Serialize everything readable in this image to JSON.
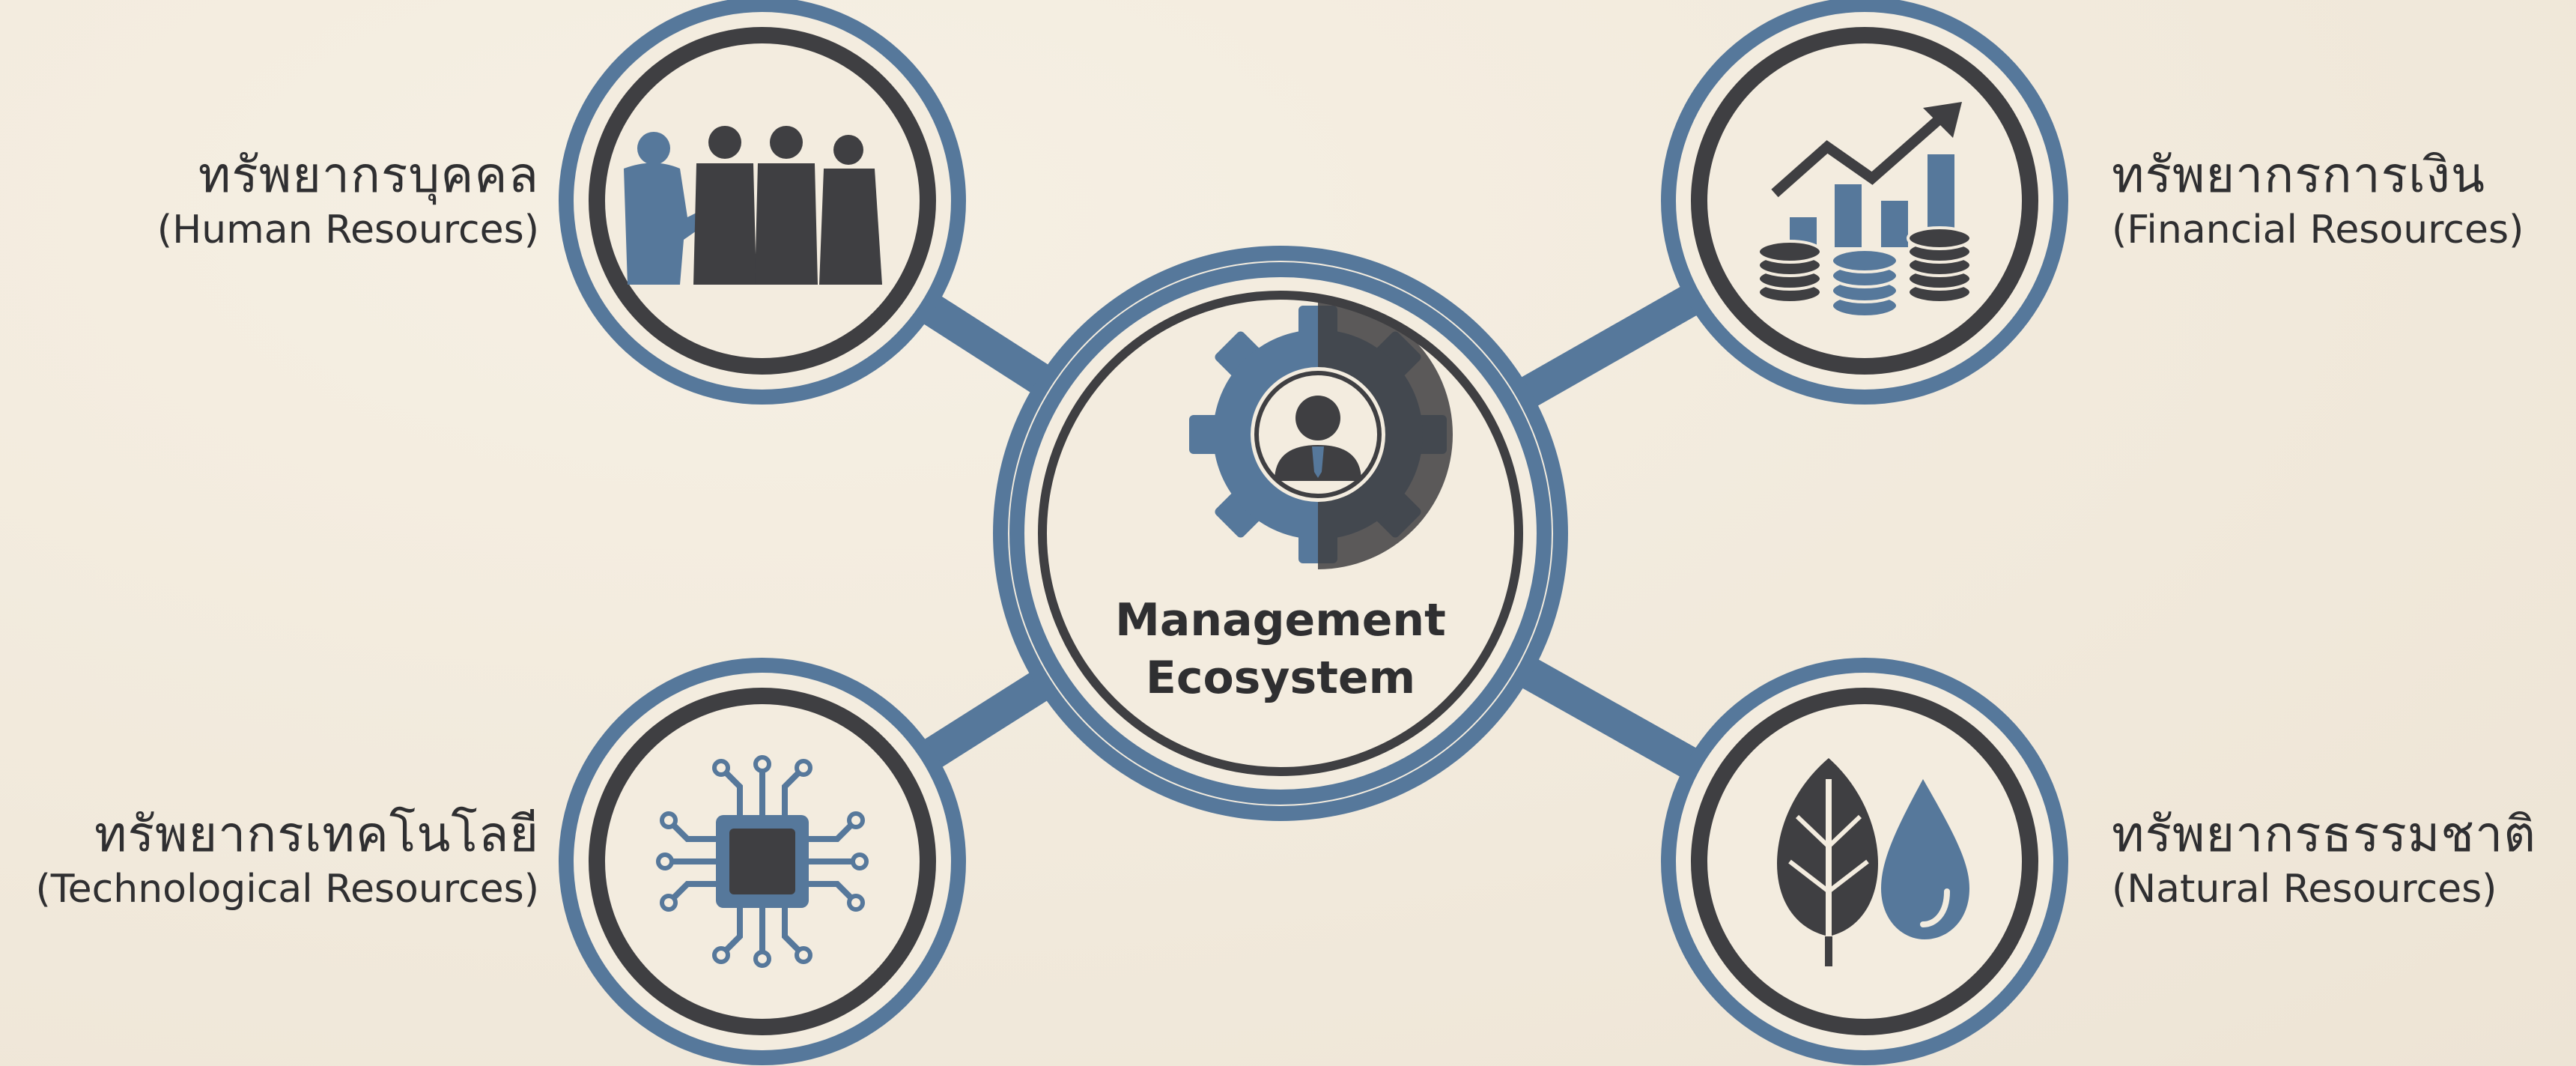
{
  "diagram": {
    "center": {
      "title_line1": "Management",
      "title_line2": "Ecosystem",
      "icon": "gear-person-icon"
    },
    "nodes": [
      {
        "id": "human",
        "label_th": "ทรัพยากรบุคคล",
        "label_en": "(Human Resources)",
        "icon": "people-group-icon"
      },
      {
        "id": "financial",
        "label_th": "ทรัพยากรการเงิน",
        "label_en": "(Financial Resources)",
        "icon": "coins-growth-chart-icon"
      },
      {
        "id": "technological",
        "label_th": "ทรัพยากรเทคโนโลยี",
        "label_en": "(Technological Resources)",
        "icon": "circuit-chip-icon"
      },
      {
        "id": "natural",
        "label_th": "ทรัพยากรธรรมชาติ",
        "label_en": "(Natural Resources)",
        "icon": "leaf-water-drop-icon"
      }
    ],
    "colors": {
      "background": "#f3ecdf",
      "ring_blue": "#56789b",
      "ring_dark": "#3f3f42",
      "connector": "#56789b",
      "text": "#2f2f31"
    }
  }
}
